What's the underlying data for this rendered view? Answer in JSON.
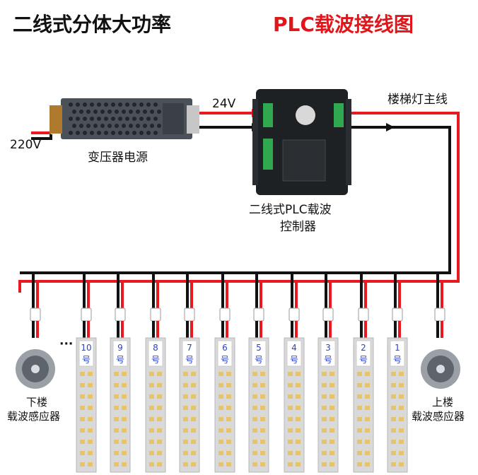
{
  "title": {
    "left": "二线式分体大功率",
    "right": "PLC载波接线图",
    "right_color": "#e0161b"
  },
  "labels": {
    "input_voltage": "220V",
    "output_voltage": "24V",
    "power_supply": "变压器电源",
    "controller_line1": "二线式PLC载波",
    "controller_line2": "控制器",
    "main_line": "楼梯灯主线",
    "down_sensor_line1": "下楼",
    "down_sensor_line2": "载波感应器",
    "up_sensor_line1": "上楼",
    "up_sensor_line2": "载波感应器",
    "strip_number_suffix": "号",
    "ellipsis": "···"
  },
  "strips": [
    {
      "num": "10"
    },
    {
      "num": "9"
    },
    {
      "num": "8"
    },
    {
      "num": "7"
    },
    {
      "num": "6"
    },
    {
      "num": "5"
    },
    {
      "num": "4"
    },
    {
      "num": "3"
    },
    {
      "num": "2"
    },
    {
      "num": "1"
    }
  ],
  "colors": {
    "positive_wire": "#e8191f",
    "negative_wire": "#111111",
    "power_body": "#4a5158",
    "controller_body": "#1e2124",
    "strip_body": "#d9d9d9",
    "led_chip": "#e8c36a"
  }
}
